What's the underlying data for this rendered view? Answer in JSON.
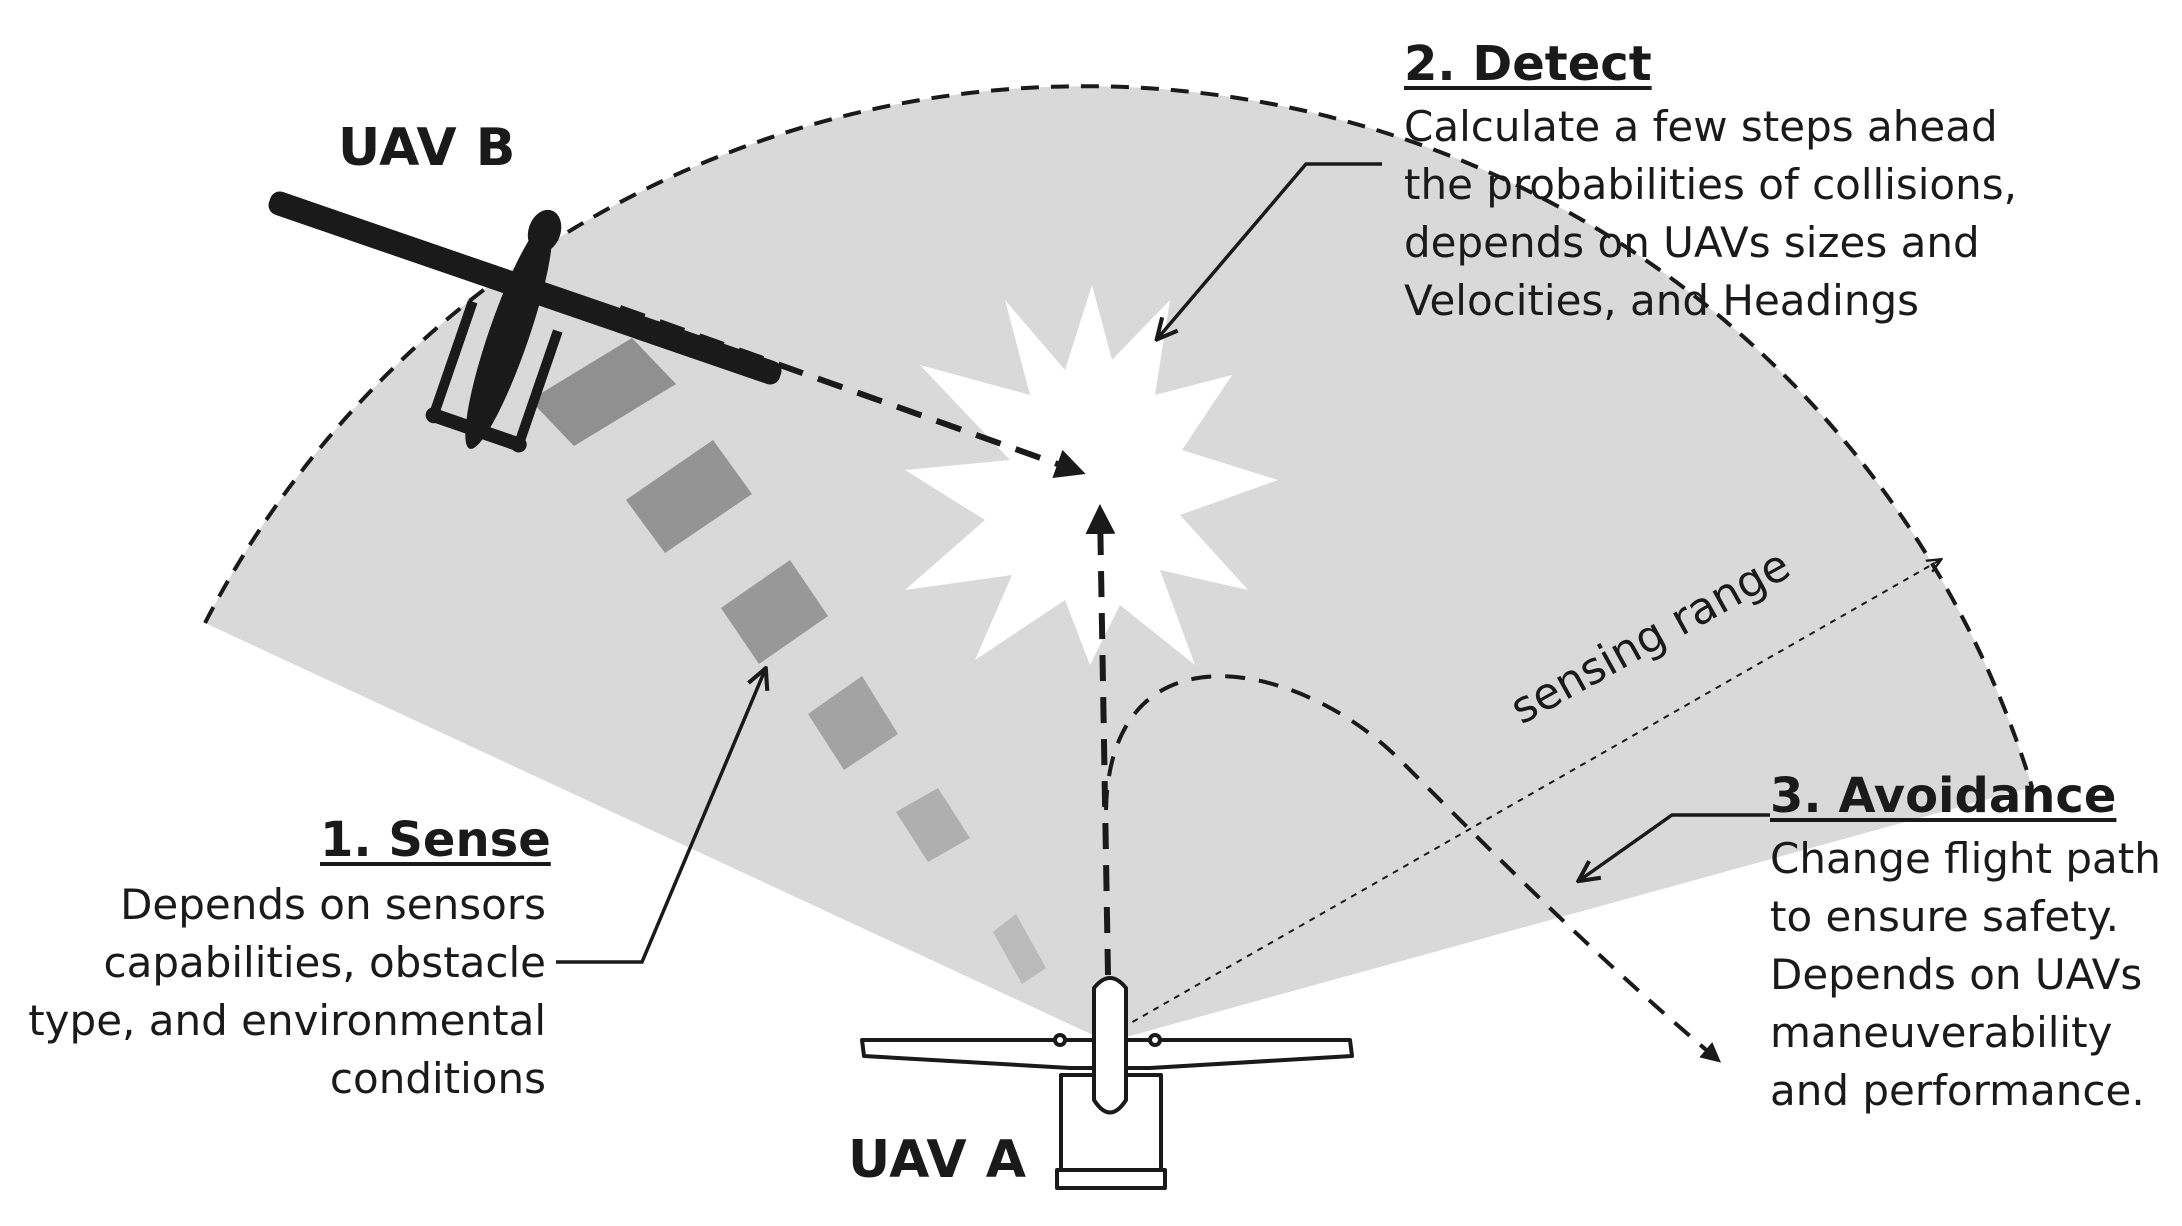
{
  "labels": {
    "uav_a": "UAV A",
    "uav_b": "UAV B",
    "sensing_range": "sensing range"
  },
  "steps": {
    "sense": {
      "title": "1. Sense",
      "lines": [
        "Depends on sensors",
        "capabilities, obstacle",
        "type, and environmental",
        "conditions"
      ]
    },
    "detect": {
      "title": "2. Detect",
      "lines": [
        "Calculate a few steps ahead",
        "the probabilities of collisions,",
        "depends on UAVs sizes and",
        "Velocities, and Headings"
      ]
    },
    "avoidance": {
      "title": "3. Avoidance",
      "lines": [
        "Change flight path",
        "to ensure safety.",
        "Depends on UAVs",
        "maneuverability",
        "and performance."
      ]
    }
  },
  "colors": {
    "sensing_area": "#d9d9d9",
    "background": "#ffffff",
    "ink": "#1a1a1a",
    "uav_b_fill": "#1a1a1a",
    "uav_a_fill": "#ffffff",
    "trail_marks": "#8c8c8c"
  }
}
